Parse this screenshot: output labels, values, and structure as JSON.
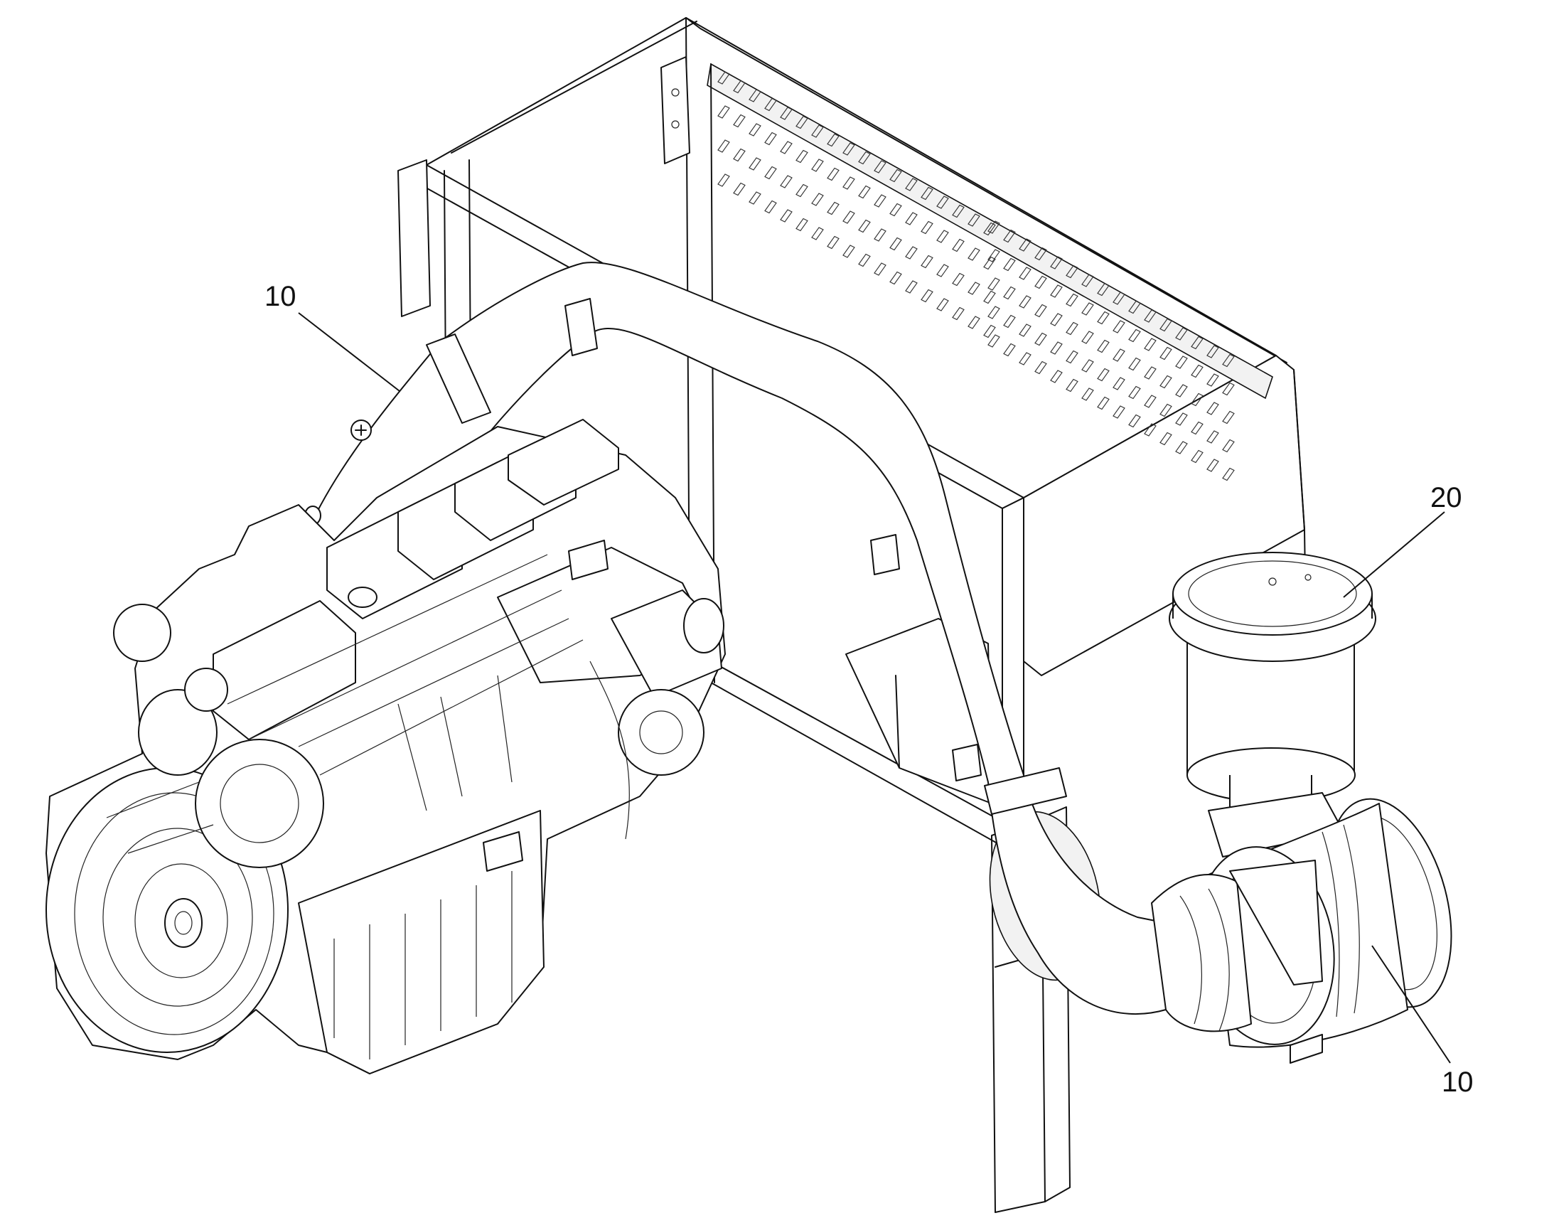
{
  "callouts": [
    {
      "label": "10"
    },
    {
      "label": "20"
    },
    {
      "label": "10"
    }
  ]
}
